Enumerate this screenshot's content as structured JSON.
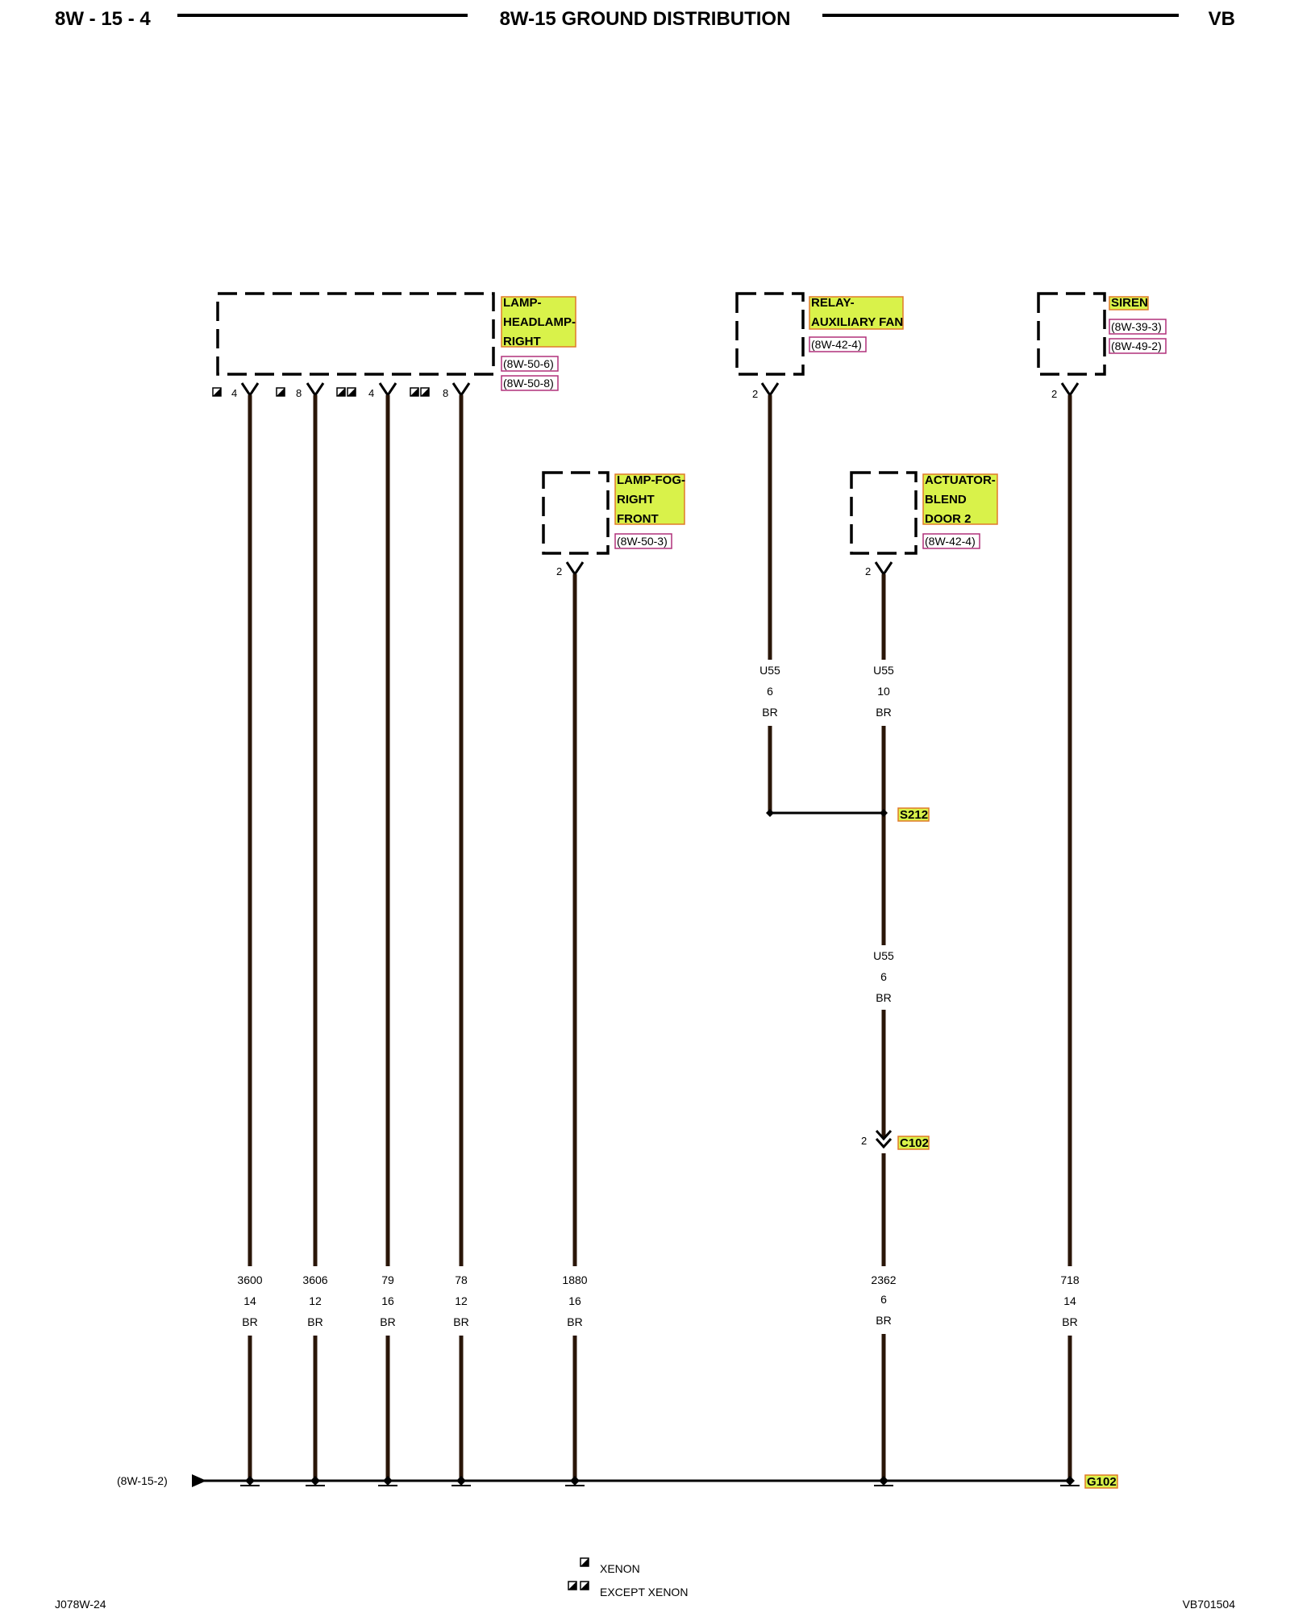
{
  "header": {
    "page_number": "8W - 15 - 4",
    "title": "8W-15 GROUND DISTRIBUTION",
    "model": "VB"
  },
  "components": {
    "headlamp": {
      "label_lines": [
        "LAMP-",
        "HEADLAMP-",
        "RIGHT"
      ],
      "refs": [
        "(8W-50-6)",
        "(8W-50-8)"
      ],
      "pins": [
        {
          "pin": "4",
          "option": "xenon"
        },
        {
          "pin": "8",
          "option": "xenon"
        },
        {
          "pin": "4",
          "option": "except-xenon"
        },
        {
          "pin": "8",
          "option": "except-xenon"
        }
      ]
    },
    "fog_lamp": {
      "label_lines": [
        "LAMP-FOG-",
        "RIGHT",
        "FRONT"
      ],
      "refs": [
        "(8W-50-3)"
      ],
      "pin": "2"
    },
    "relay": {
      "label_lines": [
        "RELAY-",
        "AUXILIARY FAN"
      ],
      "refs": [
        "(8W-42-4)"
      ],
      "pin": "2"
    },
    "actuator": {
      "label_lines": [
        "ACTUATOR-",
        "BLEND",
        "DOOR 2"
      ],
      "refs": [
        "(8W-42-4)"
      ],
      "pin": "2"
    },
    "siren": {
      "label_lines": [
        "SIREN"
      ],
      "refs": [
        "(8W-39-3)",
        "(8W-49-2)"
      ],
      "pin": "2"
    }
  },
  "wires": {
    "w3600": {
      "circuit": "3600",
      "gauge": "14",
      "color": "BR"
    },
    "w3606": {
      "circuit": "3606",
      "gauge": "12",
      "color": "BR"
    },
    "w79": {
      "circuit": "79",
      "gauge": "16",
      "color": "BR"
    },
    "w78": {
      "circuit": "78",
      "gauge": "12",
      "color": "BR"
    },
    "w1880": {
      "circuit": "1880",
      "gauge": "16",
      "color": "BR"
    },
    "w2362": {
      "circuit": "2362",
      "gauge": "6",
      "color": "BR"
    },
    "w718": {
      "circuit": "718",
      "gauge": "14",
      "color": "BR"
    },
    "relay_u55": {
      "circuit": "U55",
      "gauge": "6",
      "color": "BR"
    },
    "actuator_u55": {
      "circuit": "U55",
      "gauge": "10",
      "color": "BR"
    },
    "splice_u55": {
      "circuit": "U55",
      "gauge": "6",
      "color": "BR"
    }
  },
  "splice": {
    "name": "S212"
  },
  "connector": {
    "name": "C102",
    "pin": "2"
  },
  "ground": {
    "name": "G102",
    "ref": "(8W-15-2)"
  },
  "legend": {
    "xenon": "XENON",
    "except_xenon": "EXCEPT XENON"
  },
  "footer": {
    "left": "J078W-24",
    "right": "VB701504"
  }
}
